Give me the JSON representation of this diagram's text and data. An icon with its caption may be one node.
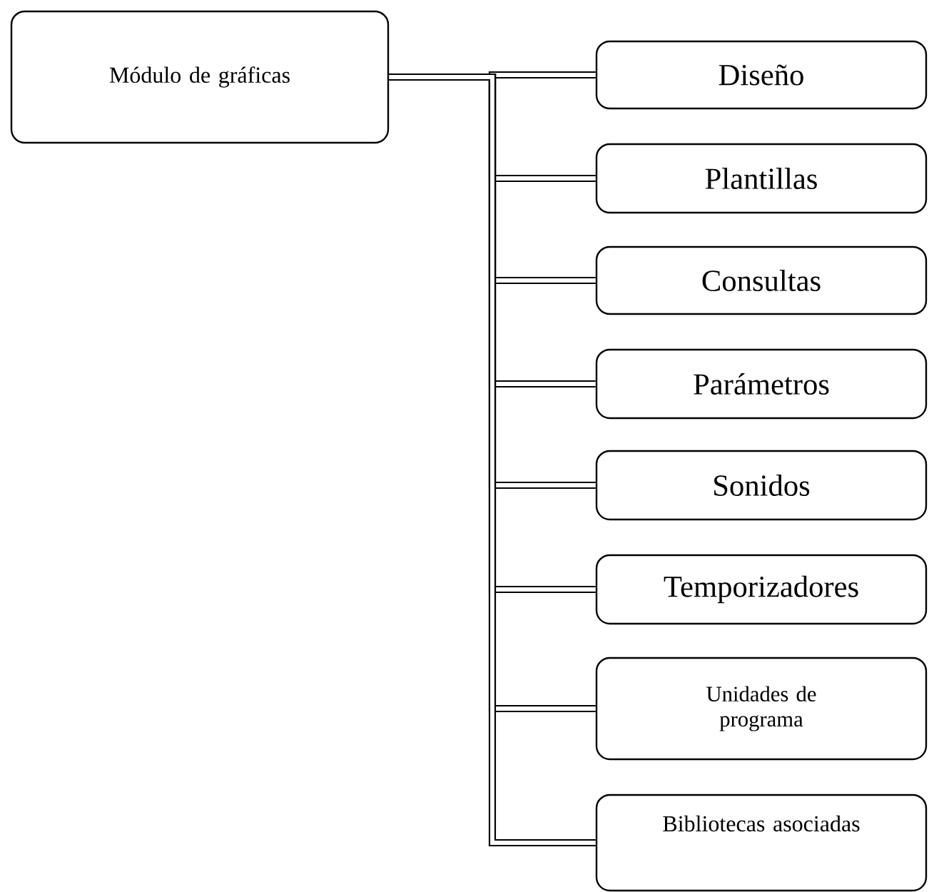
{
  "diagram": {
    "nodes": [
      {
        "text": [
          "Módulo de gráficas"
        ]
      },
      {
        "text": [
          "Diseño"
        ]
      },
      {
        "text": [
          "Plantillas"
        ]
      },
      {
        "text": [
          "Consultas"
        ]
      },
      {
        "text": [
          "Parámetros"
        ]
      },
      {
        "text": [
          "Sonidos"
        ]
      },
      {
        "text": [
          "Temporizadores"
        ]
      },
      {
        "text": [
          "Unidades de programa"
        ]
      },
      {
        "text": [
          "Bibliotecas asociadas"
        ]
      }
    ],
    "edges": [
      {
        "from": 0,
        "to": 1,
        "arrow": "none"
      },
      {
        "from": 0,
        "to": 2,
        "arrow": "none"
      },
      {
        "from": 0,
        "to": 3,
        "arrow": "none"
      },
      {
        "from": 0,
        "to": 4,
        "arrow": "none"
      },
      {
        "from": 0,
        "to": 5,
        "arrow": "none"
      },
      {
        "from": 0,
        "to": 6,
        "arrow": "none"
      },
      {
        "from": 0,
        "to": 7,
        "arrow": "none"
      },
      {
        "from": 0,
        "to": 8,
        "arrow": "none"
      }
    ]
  }
}
